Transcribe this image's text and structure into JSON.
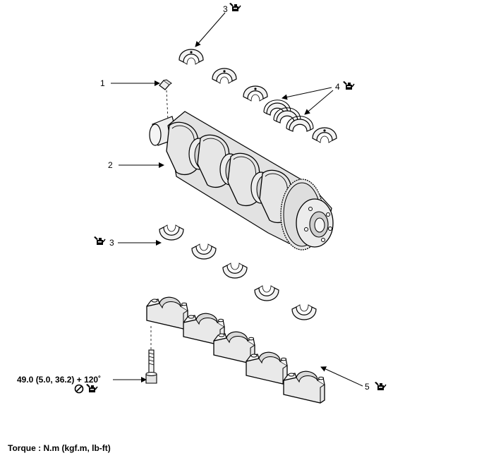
{
  "diagram": {
    "callouts": [
      {
        "id": "c1",
        "number": "1",
        "icon": "oil-can-icon",
        "part": "key"
      },
      {
        "id": "c2",
        "number": "2",
        "icon": "",
        "part": "crankshaft"
      },
      {
        "id": "c3a",
        "number": "3",
        "icon": "oil-can-icon",
        "part": "upper main bearing"
      },
      {
        "id": "c3b",
        "number": "3",
        "icon": "oil-can-icon",
        "part": "lower main bearing"
      },
      {
        "id": "c4",
        "number": "4",
        "icon": "oil-can-icon",
        "part": "thrust bearing"
      },
      {
        "id": "c5",
        "number": "5",
        "icon": "oil-can-icon",
        "part": "main bearing cap"
      }
    ],
    "torque_value": "49.0 (5.0, 36.2) + 120˚",
    "torque_icons": [
      "no-reuse-icon",
      "oil-can-icon"
    ],
    "torque_legend": "Torque : N.m (kgf.m, lb-ft)"
  }
}
